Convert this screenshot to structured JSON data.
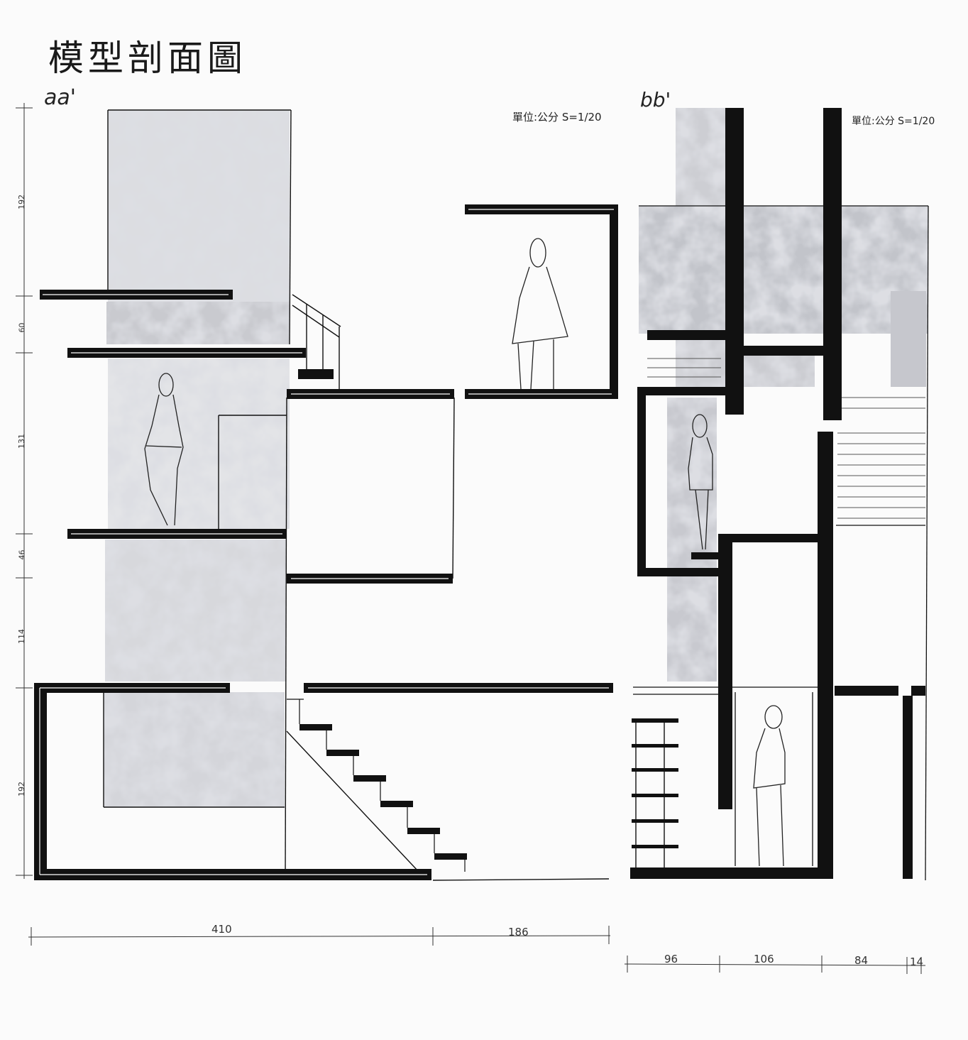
{
  "title": "模型剖面圖",
  "section_a": {
    "label": "aa'",
    "scale_note": "單位:公分  S=1/20",
    "vertical_dims": [
      "192",
      "60",
      "131",
      "46",
      "114",
      "192"
    ],
    "horizontal_dims": [
      "410",
      "186"
    ]
  },
  "section_b": {
    "label": "bb'",
    "scale_note": "單位:公分 S=1/20",
    "horizontal_dims": [
      "96",
      "106",
      "84",
      "14"
    ]
  },
  "colors": {
    "ink": "#111111",
    "wash": "#c4c6cc",
    "paper": "#fbfbfb"
  }
}
